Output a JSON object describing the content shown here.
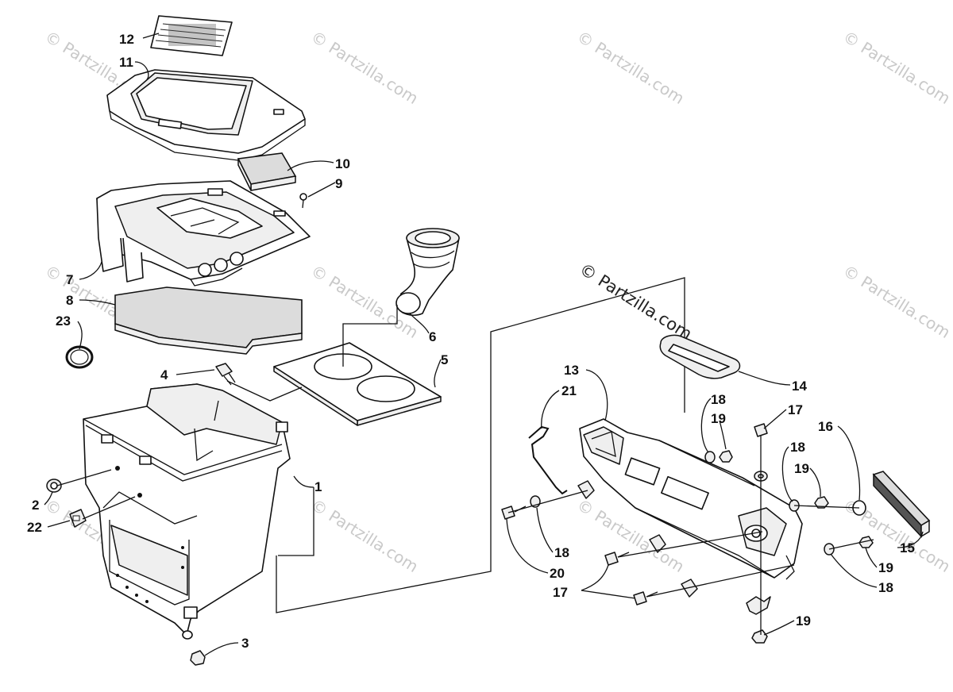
{
  "watermark": {
    "text": "© Partzilla.com",
    "prominent_text": "© Partzilla.com"
  },
  "callouts": [
    {
      "id": "c12",
      "text": "12"
    },
    {
      "id": "c11",
      "text": "11"
    },
    {
      "id": "c10",
      "text": "10"
    },
    {
      "id": "c9",
      "text": "9"
    },
    {
      "id": "c7",
      "text": "7"
    },
    {
      "id": "c8",
      "text": "8"
    },
    {
      "id": "c23",
      "text": "23"
    },
    {
      "id": "c6",
      "text": "6"
    },
    {
      "id": "c5",
      "text": "5"
    },
    {
      "id": "c4",
      "text": "4"
    },
    {
      "id": "c1",
      "text": "1"
    },
    {
      "id": "c2",
      "text": "2"
    },
    {
      "id": "c22",
      "text": "22"
    },
    {
      "id": "c3",
      "text": "3"
    },
    {
      "id": "c13",
      "text": "13"
    },
    {
      "id": "c21",
      "text": "21"
    },
    {
      "id": "c14",
      "text": "14"
    },
    {
      "id": "c18a",
      "text": "18"
    },
    {
      "id": "c19a",
      "text": "19"
    },
    {
      "id": "c17a",
      "text": "17"
    },
    {
      "id": "c16",
      "text": "16"
    },
    {
      "id": "c18b",
      "text": "18"
    },
    {
      "id": "c19b",
      "text": "19"
    },
    {
      "id": "c15",
      "text": "15"
    },
    {
      "id": "c19c",
      "text": "19"
    },
    {
      "id": "c18c",
      "text": "18"
    },
    {
      "id": "c18d",
      "text": "18"
    },
    {
      "id": "c20",
      "text": "20"
    },
    {
      "id": "c17b",
      "text": "17"
    },
    {
      "id": "c19d",
      "text": "19"
    }
  ]
}
